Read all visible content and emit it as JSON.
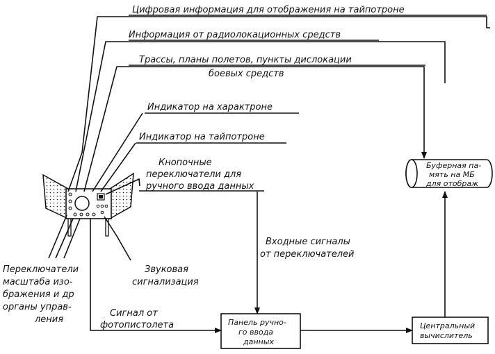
{
  "diagram": {
    "top_labels": {
      "digital_info": "Цифровая информация для отображения на тайпотроне",
      "radar_info": "Информация от радиолокационных средств",
      "tracks_line1": "Трассы, планы полетов, пункты дислокации",
      "tracks_line2": "боевых средств",
      "charactron_indicator": "Индикатор на характроне",
      "typotron_indicator": "Индикатор на тайпотроне",
      "buttons_line1": "Кнопочные",
      "buttons_line2": "переключатели для",
      "buttons_line3": "ручного ввода данных"
    },
    "input_signals": {
      "line1": "Входные сигналы",
      "line2": "от переключателей"
    },
    "switches": {
      "line1": "Переключатели",
      "line2": "масштаба изо-",
      "line3": "бражения и др",
      "line4": "органы управ-",
      "line5": "ления"
    },
    "sound": {
      "line1": "Звуковая",
      "line2": "сигнализация"
    },
    "photogun": {
      "line1": "Сигнал от",
      "line2": "фотопистолета"
    },
    "boxes": {
      "panel_line1": "Панель ручно-",
      "panel_line2": "го ввода",
      "panel_line3": "данных",
      "computer_line1": "Центральный",
      "computer_line2": "вычислитель",
      "buffer_line1": "Буферная па-",
      "buffer_line2": "мять на МБ",
      "buffer_line3": "для отображ"
    }
  }
}
